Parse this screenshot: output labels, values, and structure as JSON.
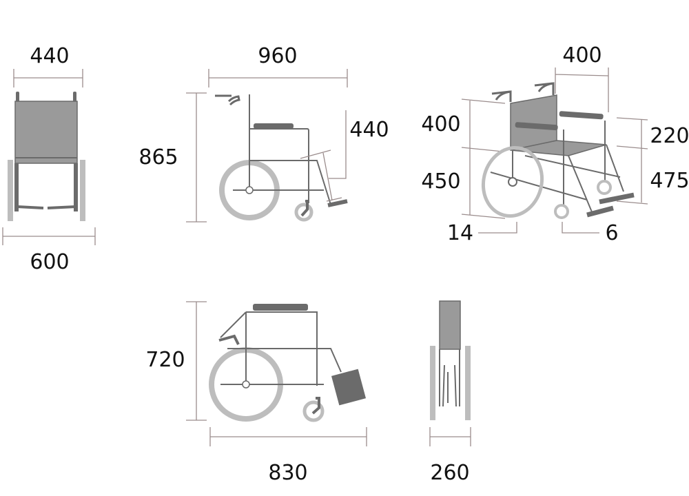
{
  "title": "Wheelchair dimensions (mm)",
  "views": {
    "front": {
      "width_seat": "440",
      "width_overall": "600"
    },
    "side": {
      "length": "960",
      "height": "865",
      "footrest": "440"
    },
    "perspective": {
      "seat_depth": "400",
      "back_height": "400",
      "seat_height": "450",
      "armrest_height": "220",
      "front_seat_height": "475",
      "rear_wheel": "14",
      "caster": "6"
    },
    "folded_side": {
      "height": "720",
      "length": "830"
    },
    "folded_front": {
      "width": "260"
    }
  },
  "colors": {
    "frame": "#6a6a6a",
    "wheel": "#bdbdbd",
    "seat": "#9a9a9a",
    "dimension_line": "#9a8c8c"
  }
}
